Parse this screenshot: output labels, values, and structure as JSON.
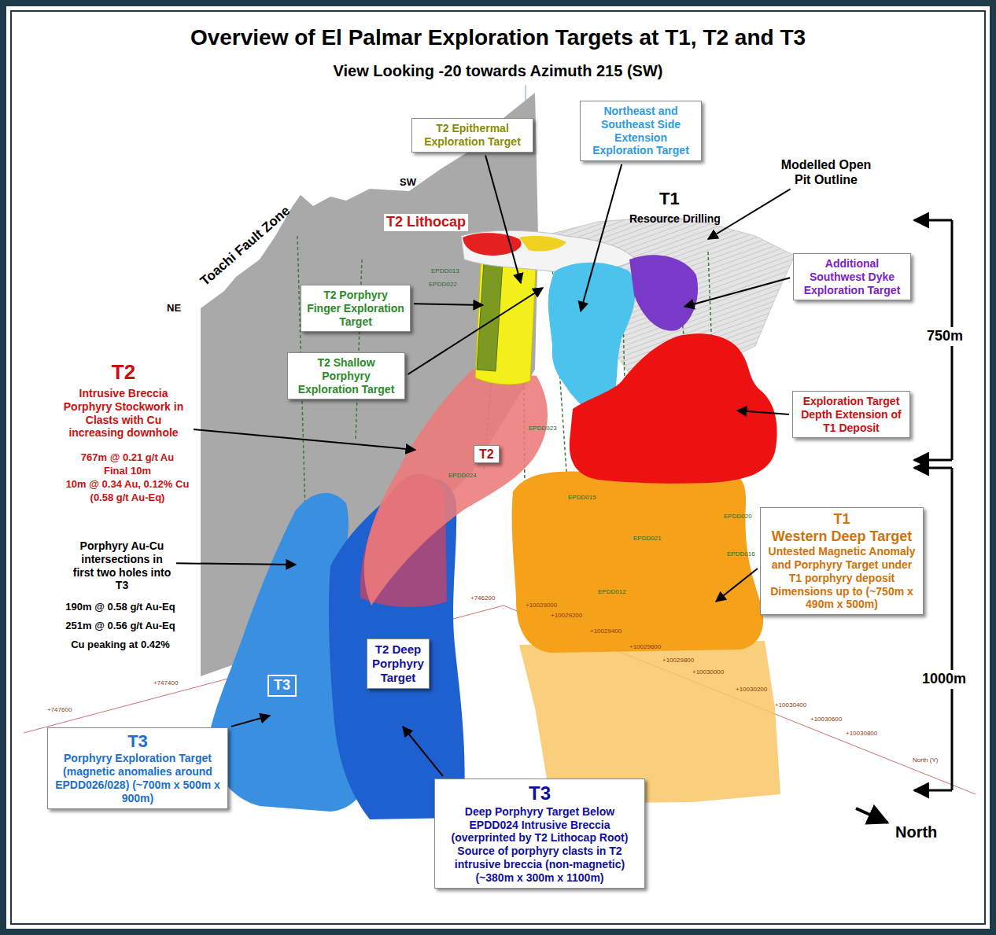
{
  "diagram": {
    "title": "Overview of El Palmar Exploration Targets at T1, T2 and T3",
    "nodes": [
      {
        "text": [
          "T2 Epithermal Exploration Target"
        ]
      },
      {
        "text": [
          "Northeast and Southeast Side Extension Exploration Target"
        ]
      },
      {
        "text": [
          "Additional Southwest Dyke Exploration Target"
        ]
      },
      {
        "text": [
          "T2 Porphyry Finger Exploration Target"
        ]
      },
      {
        "text": [
          "T2 Shallow Porphyry Exploration Target"
        ]
      },
      {
        "text": [
          "Exploration Target Depth Extension of T1 Deposit"
        ]
      },
      {
        "text": [
          "T2"
        ]
      },
      {
        "text": [
          "T1",
          "Western Deep Target",
          "Untested Magnetic Anomaly and Porphyry Target under T1 porphyry deposit Dimensions up to (~750m x 490m x 500m)"
        ]
      },
      {
        "text": [
          "T2 Deep Porphyry Target"
        ]
      },
      {
        "text": [
          "T3"
        ]
      },
      {
        "text": [
          "T3",
          "Porphyry Exploration Target (magnetic anomalies around EPDD026/028) (~700m x 500m x 900m)"
        ]
      },
      {
        "text": [
          "T3",
          "Deep Porphyry Target Below EPDD024 Intrusive Breccia (overprinted by T2 Lithocap Root) Source of porphyry clasts in T2 intrusive breccia (non-magnetic) (~380m x 300m x 1100m)"
        ]
      }
    ],
    "labels": [
      "View Looking -20 towards Azimuth 215 (SW)",
      "SW",
      "NE",
      "Toachi Fault Zone",
      "T2 Lithocap",
      "T1",
      "Resource Drilling",
      "Modelled Open Pit Outline",
      "750m",
      "1000m",
      "T2",
      "Intrusive Breccia Porphyry Stockwork in Clasts with Cu increasing downhole",
      "767m @ 0.21 g/t Au",
      "Final 10m",
      "10m @ 0.34 Au, 0.12% Cu",
      "(0.58 g/t Au-Eq)",
      "Porphyry Au-Cu intersections in first two holes into T3",
      "190m @ 0.58 g/t Au-Eq",
      "251m @ 0.56 g/t Au-Eq",
      "Cu peaking at 0.42%",
      "North",
      "EPDD013",
      "EPDD022",
      "EPDD023",
      "EPDD024",
      "EPDD015",
      "EPDD021",
      "EPDD020",
      "EPDD016",
      "EPDD012",
      "+747600",
      "+747400",
      "+746200",
      "+10029000",
      "+10029200",
      "+10029400",
      "+10029600",
      "+10029800",
      "+10030000",
      "+10030200",
      "+10030400",
      "+10030600",
      "+10030800",
      "North (Y)"
    ]
  }
}
